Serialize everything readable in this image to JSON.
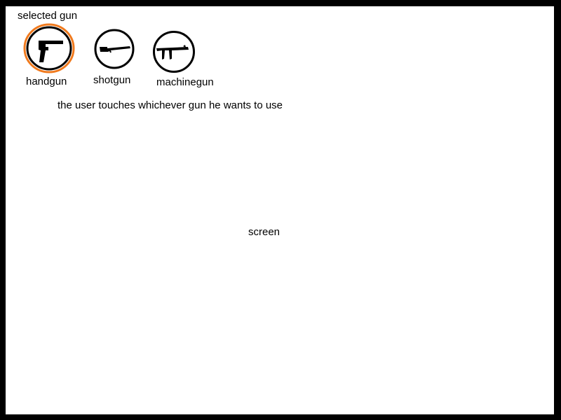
{
  "header": {
    "selected_label": "selected gun"
  },
  "guns": [
    {
      "label": "handgun",
      "icon": "handgun-icon",
      "selected": true
    },
    {
      "label": "shotgun",
      "icon": "shotgun-icon",
      "selected": false
    },
    {
      "label": "machinegun",
      "icon": "machinegun-icon",
      "selected": false
    }
  ],
  "instruction": "the user touches whichever gun he wants to use",
  "screen_label": "screen",
  "colors": {
    "selection_ring": "#f07a1e",
    "icon_stroke": "#000000",
    "background": "#ffffff",
    "frame": "#000000"
  }
}
